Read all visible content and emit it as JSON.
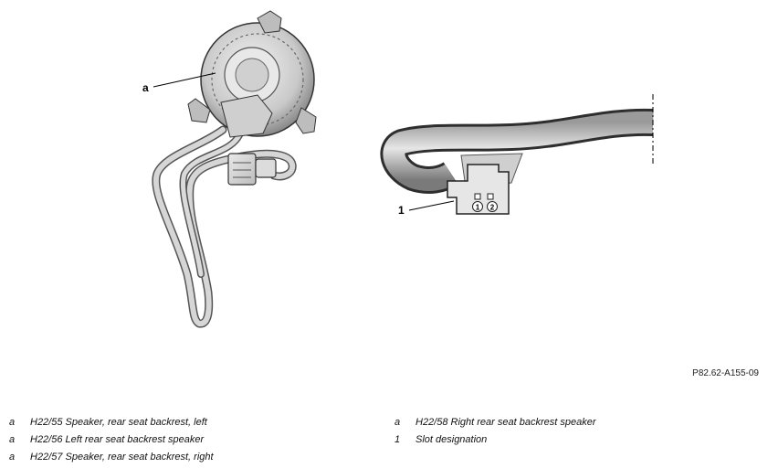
{
  "callouts": {
    "speaker": "a",
    "connector": "1",
    "pin1": "1",
    "pin2": "2"
  },
  "figure_id": "P82.62-A155-09",
  "legend_left": [
    {
      "key": "a",
      "text": "H22/55 Speaker, rear seat backrest, left"
    },
    {
      "key": "a",
      "text": "H22/56 Left rear seat backrest speaker"
    },
    {
      "key": "a",
      "text": "H22/57 Speaker, rear seat backrest, right"
    }
  ],
  "legend_right": [
    {
      "key": "a",
      "text": "H22/58 Right rear seat backrest speaker"
    },
    {
      "key": "1",
      "text": "Slot designation"
    }
  ]
}
